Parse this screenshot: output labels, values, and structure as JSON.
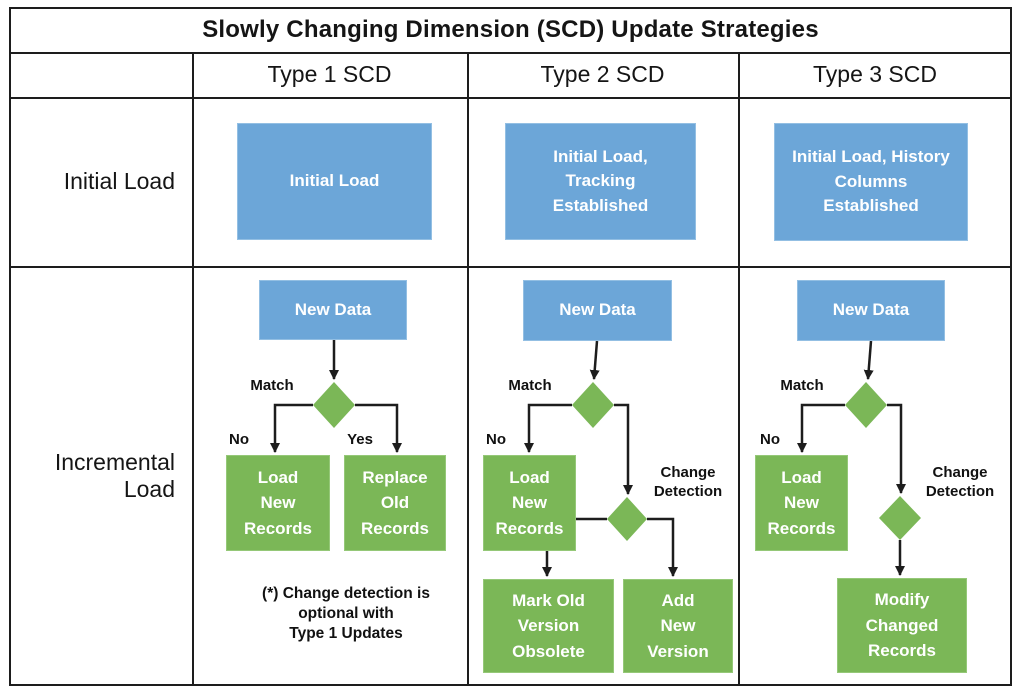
{
  "title": "Slowly Changing Dimension (SCD) Update Strategies",
  "columns": [
    "Type 1 SCD",
    "Type 2 SCD",
    "Type 3 SCD"
  ],
  "row_labels": {
    "initial": "Initial Load",
    "incremental": "Incremental\nLoad"
  },
  "colors": {
    "blue": "#6ca6d8",
    "green": "#7bb757",
    "line": "#1d1d1d"
  },
  "type1": {
    "initial": "Initial Load",
    "new_data": "New Data",
    "match": "Match",
    "no": "No",
    "yes": "Yes",
    "load_new": "Load\nNew\nRecords",
    "replace_old": "Replace\nOld\nRecords",
    "note": "(*) Change detection is\noptional with\nType 1 Updates"
  },
  "type2": {
    "initial": "Initial Load,\nTracking\nEstablished",
    "new_data": "New Data",
    "match": "Match",
    "no": "No",
    "change_detection": "Change\nDetection",
    "load_new": "Load\nNew\nRecords",
    "mark_old": "Mark Old\nVersion\nObsolete",
    "add_new": "Add\nNew\nVersion"
  },
  "type3": {
    "initial": "Initial Load, History\nColumns\nEstablished",
    "new_data": "New Data",
    "match": "Match",
    "no": "No",
    "change_detection": "Change\nDetection",
    "load_new": "Load\nNew\nRecords",
    "modify": "Modify\nChanged\nRecords"
  }
}
